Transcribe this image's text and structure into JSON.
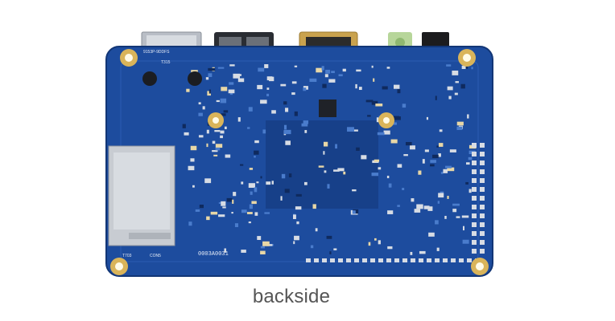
{
  "caption": "backside",
  "silkscreen": {
    "net_top_left": "9153P-9DDFS",
    "ref_t315": "T315",
    "board_serial": "0003A0031",
    "ref_con5": "CON5",
    "ref_t703": "T703"
  },
  "colors": {
    "pcb_blue": "#1d4c9e",
    "pcb_dark": "#163c80",
    "trace_light": "#4a7ccc",
    "pad_gold": "#d9b45a",
    "silver": "#c8ccd2",
    "hdmi_gold": "#c9a24e",
    "audio_green": "#b7d69a",
    "caption_gray": "#555555"
  }
}
